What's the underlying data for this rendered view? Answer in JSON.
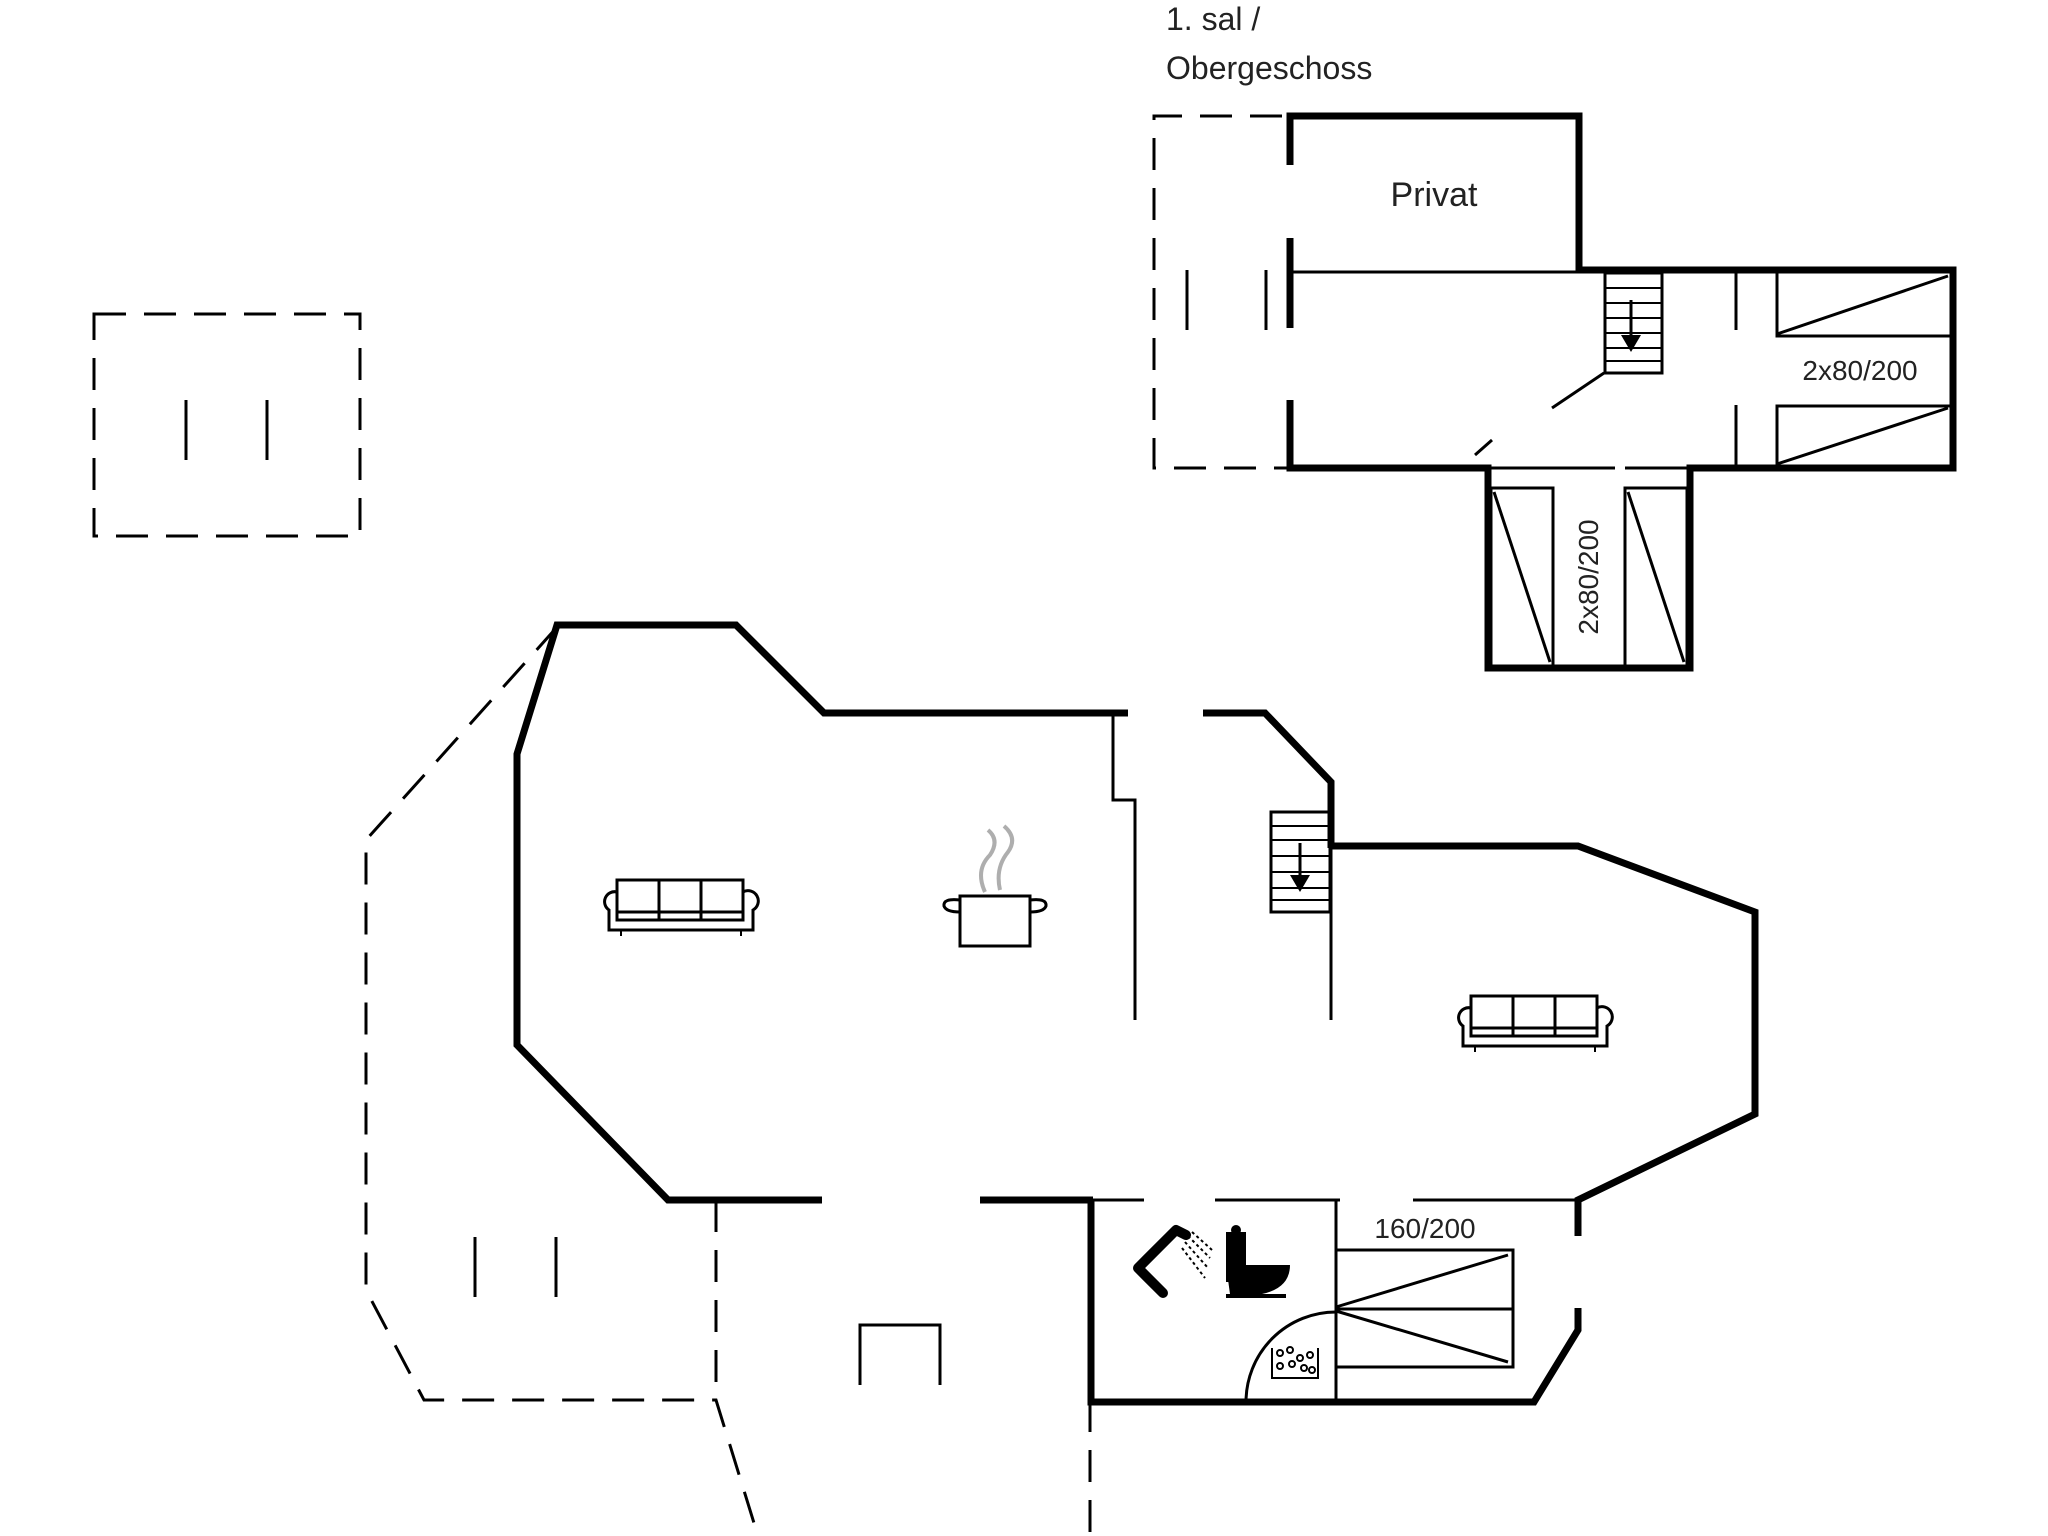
{
  "floor_plan": {
    "upper_floor": {
      "label_line1": "1. sal /",
      "label_line2": "Obergeschoss",
      "rooms": [
        {
          "label": "Privat"
        },
        {
          "label": "2x80/200",
          "type": "bedroom",
          "orientation": "horizontal"
        },
        {
          "label": "2x80/200",
          "type": "bedroom",
          "orientation": "vertical"
        }
      ]
    },
    "ground_floor": {
      "rooms": [
        {
          "type": "living-room",
          "furniture": "sofa"
        },
        {
          "type": "kitchen",
          "furniture": "cooking-pot"
        },
        {
          "type": "living-room",
          "furniture": "sofa"
        },
        {
          "type": "bathroom",
          "furniture": [
            "shower",
            "toilet",
            "washing-machine"
          ]
        },
        {
          "label": "160/200",
          "type": "bedroom"
        }
      ]
    },
    "icons": [
      "sofa-icon",
      "cooking-pot-icon",
      "stairs-down-icon",
      "shower-icon",
      "toilet-icon",
      "washing-machine-icon",
      "bed-icon"
    ],
    "colors": {
      "line": "#000000",
      "background": "#ffffff",
      "steam": "#9a9a9a"
    }
  }
}
